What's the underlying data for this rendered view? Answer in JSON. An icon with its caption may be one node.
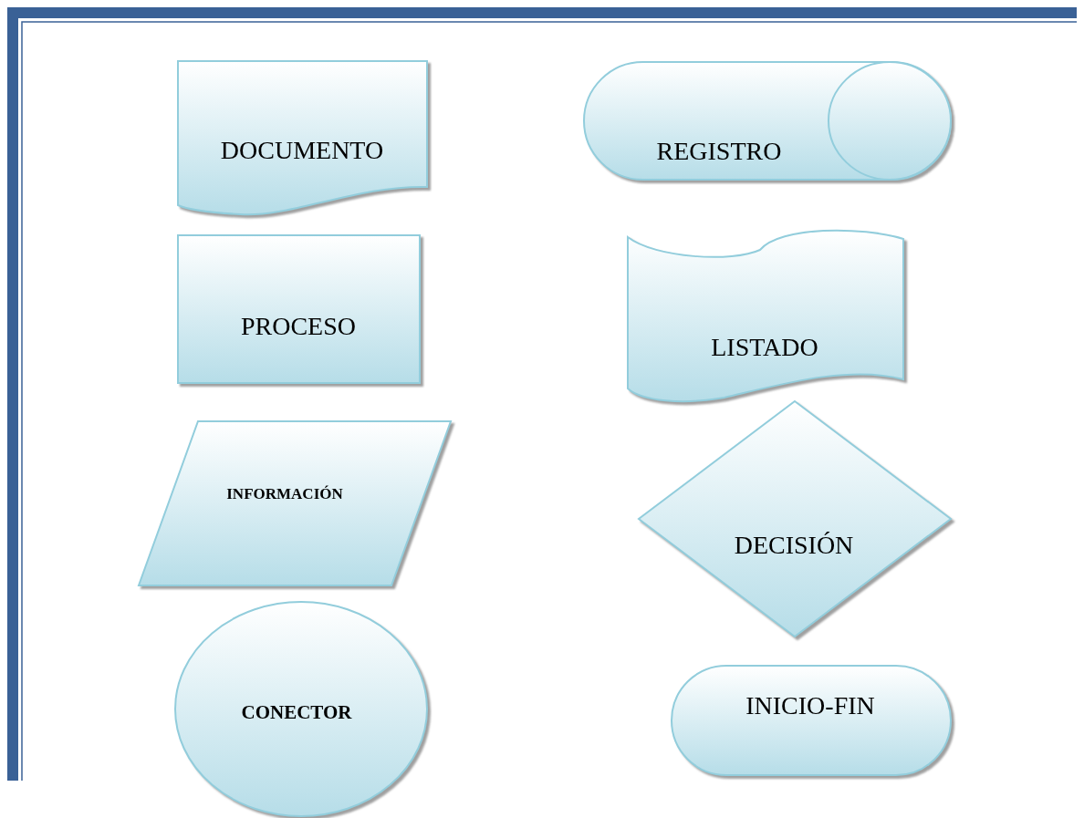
{
  "diagram": {
    "nodes": [
      {
        "text": [
          "DOCUMENTO"
        ]
      },
      {
        "text": [
          "REGISTRO"
        ]
      },
      {
        "text": [
          "PROCESO"
        ]
      },
      {
        "text": [
          "LISTADO"
        ]
      },
      {
        "text": [
          "INFORMACIÓN"
        ]
      },
      {
        "text": [
          "DECISIÓN"
        ]
      },
      {
        "text": [
          "CONECTOR"
        ]
      },
      {
        "text": [
          "INICIO-FIN"
        ]
      }
    ]
  }
}
